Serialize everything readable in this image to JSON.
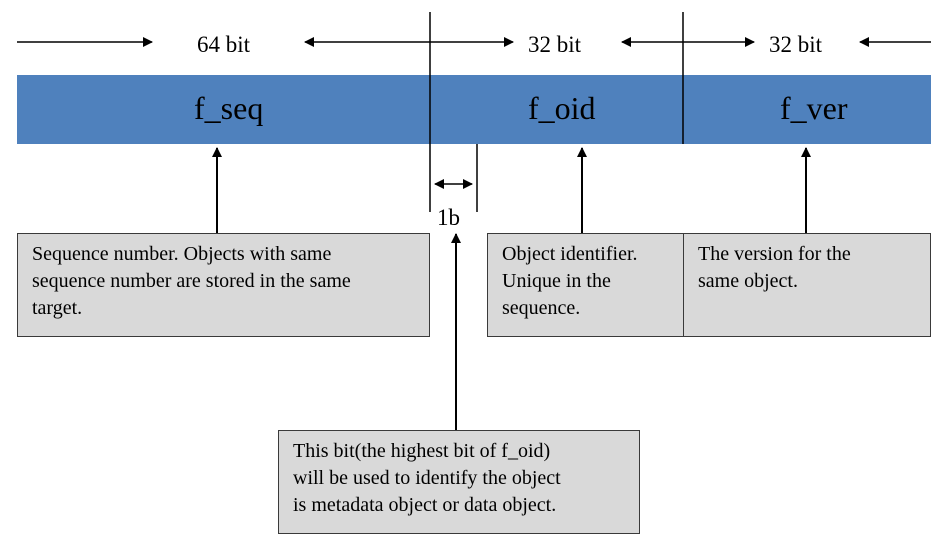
{
  "colors": {
    "field_bar": "#4f81bd",
    "note_box": "#d9d9d9",
    "line": "#000000"
  },
  "widths": {
    "seq": "64 bit",
    "oid": "32 bit",
    "ver": "32 bit"
  },
  "fields": {
    "seq": "f_seq",
    "oid": "f_oid",
    "ver": "f_ver"
  },
  "high_bit_label": "1b",
  "notes": {
    "seq": [
      "Sequence number. Objects with same",
      "sequence number are stored in the same",
      "target."
    ],
    "oid": [
      "Object identifier.",
      "Unique in the",
      "sequence."
    ],
    "ver": [
      "The version for the",
      "same object."
    ],
    "high_bit": [
      "This bit(the highest bit of f_oid)",
      "will be used to identify the object",
      "is metadata object or data object."
    ]
  }
}
